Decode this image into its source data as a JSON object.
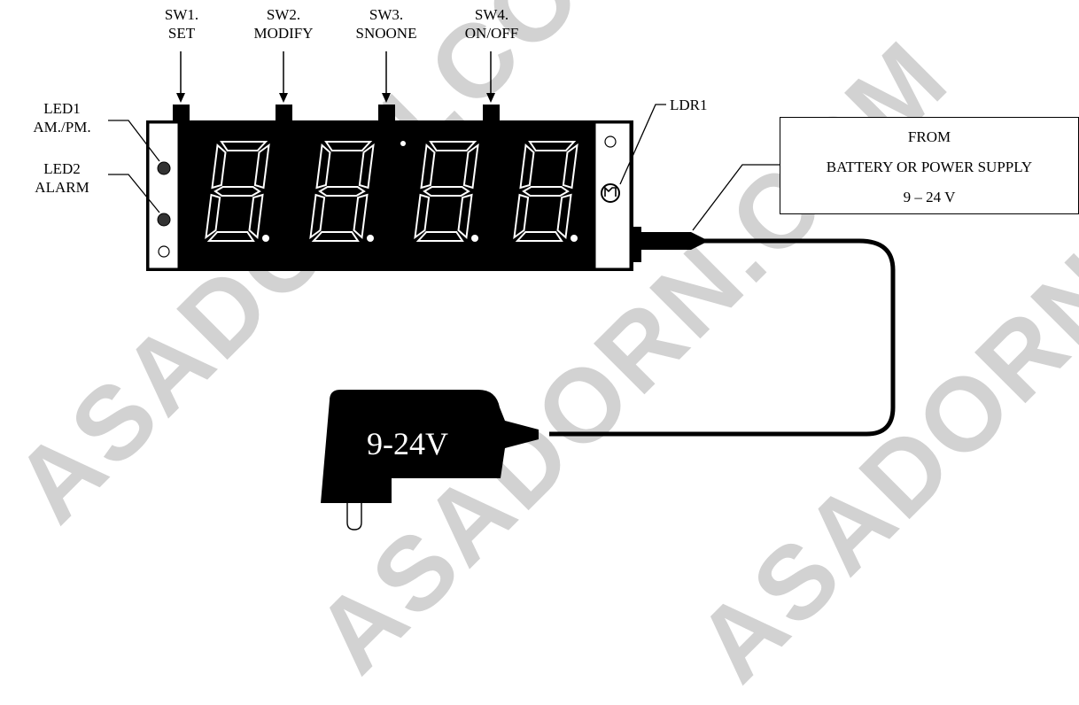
{
  "switches": [
    {
      "id": "SW1.",
      "function": "SET"
    },
    {
      "id": "SW2.",
      "function": "MODIFY"
    },
    {
      "id": "SW3.",
      "function": "SNOONE"
    },
    {
      "id": "SW4.",
      "function": "ON/OFF"
    }
  ],
  "leds": [
    {
      "id": "LED1",
      "function": "AM./PM."
    },
    {
      "id": "LED2",
      "function": "ALARM"
    }
  ],
  "ldr_label": "LDR1",
  "power_box": {
    "line1": "FROM",
    "line2": "BATTERY OR POWER SUPPLY",
    "line3": "9 – 24 V"
  },
  "adapter_label": "9-24V",
  "watermark_text": "ASADORN.COM",
  "colors": {
    "body": "#000000",
    "segment": "#ffffff",
    "panel": "#ffffff",
    "watermark": "#d2d2d2"
  }
}
